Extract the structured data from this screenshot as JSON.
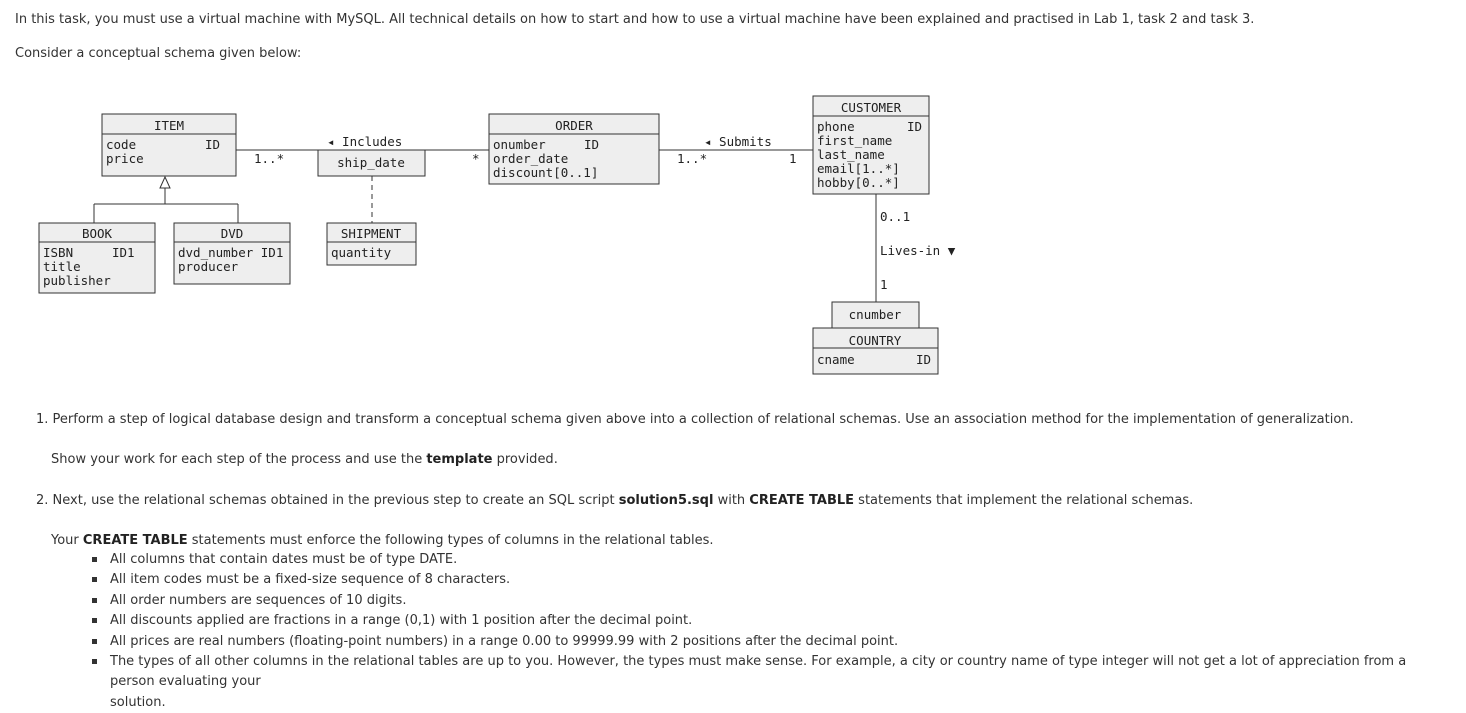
{
  "intro": {
    "line1": "In this task, you must use a virtual machine with MySQL. All technical details on how to start and how to use a virtual machine have been explained and practised in Lab 1, task 2 and task 3.",
    "line2": "Consider a conceptual schema given below:"
  },
  "diagram": {
    "item": {
      "title": "ITEM",
      "attr1": "code",
      "attr1_key": "ID",
      "attr2": "price"
    },
    "book": {
      "title": "BOOK",
      "attr1": "ISBN",
      "attr1_key": "ID1",
      "attr2": "title",
      "attr3": "publisher"
    },
    "dvd": {
      "title": "DVD",
      "attr1": "dvd_number ID1",
      "attr2": "producer"
    },
    "includes": {
      "label": "◂ Includes",
      "assoc_attr": "ship_date",
      "mult_item": "1..*",
      "mult_order": "*"
    },
    "shipment": {
      "title": "SHIPMENT",
      "attr1": "quantity"
    },
    "order": {
      "title": "ORDER",
      "attr1": "onumber",
      "attr1_key": "ID",
      "attr2": "order_date",
      "attr3": "discount[0..1]"
    },
    "submits": {
      "label": "◂ Submits",
      "mult_order": "1..*",
      "mult_customer": "1"
    },
    "customer": {
      "title": "CUSTOMER",
      "attr1": "phone",
      "attr1_key": "ID",
      "attr2": "first_name",
      "attr3": "last_name",
      "attr4": "email[1..*]",
      "attr5": "hobby[0..*]"
    },
    "lives_in": {
      "label": "Lives-in ▼",
      "mult_customer": "0..1",
      "mult_country": "1"
    },
    "qualifier": {
      "label": "cnumber"
    },
    "country": {
      "title": "COUNTRY",
      "attr1": "cname",
      "attr1_key": "ID"
    }
  },
  "tasks": {
    "t1": "1. Perform a step of logical database design and transform a conceptual schema given above into a collection of relational schemas. Use an association method for the implementation of generalization.",
    "t1_note_pre": "Show your work for each step of the process and use the ",
    "t1_note_bold": "template",
    "t1_note_post": " provided.",
    "t2_pre": "2. Next, use the relational schemas obtained in the previous step to create an SQL script ",
    "t2_file": "solution5.sql",
    "t2_mid": " with ",
    "t2_bold": "CREATE TABLE",
    "t2_post": " statements that implement the relational schemas.",
    "t3_pre": "Your ",
    "t3_bold": "CREATE TABLE",
    "t3_post": " statements must enforce the following types of columns in the relational tables.",
    "bullets": [
      "All columns that contain dates must be of type DATE.",
      "All item codes must be a fixed-size sequence of 8 characters.",
      "All order numbers are sequences of 10 digits.",
      "All discounts applied are fractions in a range (0,1) with 1 position after the decimal point.",
      "All prices are real numbers (floating-point numbers) in a range 0.00 to 99999.99 with 2 positions after the decimal point.",
      "The types of all other columns in the relational tables are up to you. However, the types must make sense. For example, a city or country name of type integer will not get a lot of appreciation from a person evaluating your",
      "solution."
    ]
  }
}
